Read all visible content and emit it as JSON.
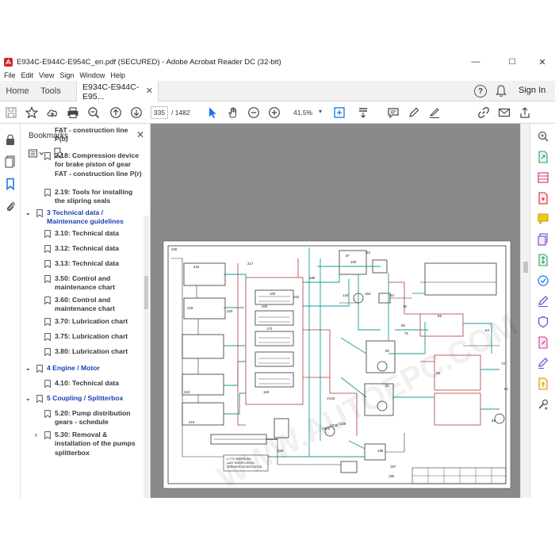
{
  "window": {
    "title": "E934C-E944C-E954C_en.pdf (SECURED) - Adobe Acrobat Reader DC (32-bit)",
    "controls": [
      "—",
      "☐",
      "✕"
    ]
  },
  "menu": [
    "File",
    "Edit",
    "View",
    "Sign",
    "Window",
    "Help"
  ],
  "tabs": {
    "home": "Home",
    "tools": "Tools",
    "document": "E934C-E944C-E95..."
  },
  "header": {
    "help": "?",
    "sign_in": "Sign In"
  },
  "toolbar": {
    "page_current": "335",
    "page_total": "/ 1482",
    "zoom": "41,5%"
  },
  "bookmarks": {
    "title": "Bookmarks",
    "items": [
      {
        "text": "FAT - construction line P(b)",
        "level": 2
      },
      {
        "text": "2.18: Compression device for brake piston of gear FAT - construction line P(r)",
        "level": 2
      },
      {
        "text": "2.19: Tools for installing the slipring seals",
        "level": 2
      },
      {
        "text": "3 Technical data / Maintenance guidelines",
        "level": 1
      },
      {
        "text": "3.10: Technical data",
        "level": 2
      },
      {
        "text": "3.12: Technical data",
        "level": 2
      },
      {
        "text": "3.13: Technical data",
        "level": 2
      },
      {
        "text": "3.50: Control and maintenance chart",
        "level": 2
      },
      {
        "text": "3.60: Control and maintenance chart",
        "level": 2
      },
      {
        "text": "3.70: Lubrication chart",
        "level": 2
      },
      {
        "text": "3.75: Lubrication chart",
        "level": 2
      },
      {
        "text": "3.80: Lubrication chart",
        "level": 2
      },
      {
        "text": "4 Engine / Motor",
        "level": 1
      },
      {
        "text": "4.10: Technical data",
        "level": 2
      },
      {
        "text": "5 Coupling / Splitterbox",
        "level": 1
      },
      {
        "text": "5.20: Pump distribution gears - schedule",
        "level": 2
      },
      {
        "text": "5.30: Removal & installation of the pumps splitterbox",
        "level": 2
      }
    ]
  },
  "diagram": {
    "labels": [
      "230",
      "216",
      "217",
      "218",
      "219",
      "220",
      "100",
      "200",
      "170",
      "180",
      "160",
      "162",
      "150",
      "140",
      "154",
      "87",
      "62",
      "93",
      "90",
      "75",
      "76",
      "80",
      "81",
      "55",
      "64",
      "56",
      "72",
      "62",
      "65",
      "210",
      "240",
      "197",
      "195",
      "196",
      "V200",
      "V235",
      "V230",
      "V143"
    ],
    "stamp_lines": [
      "LI-T70 ÄNDERUNG",
      "LAST MODIFICATION",
      "DERNIERE MODIFICATION"
    ]
  },
  "watermark": "WWW.AUTOEPC.COM",
  "colors": {
    "accent_blue": "#1d3fb5",
    "signin_blue": "#1473e6",
    "doc_bg": "#8a8a8a",
    "wire_cyan": "#1a9a9a",
    "wire_red": "#b33a3a",
    "wire_dark": "#333333"
  }
}
